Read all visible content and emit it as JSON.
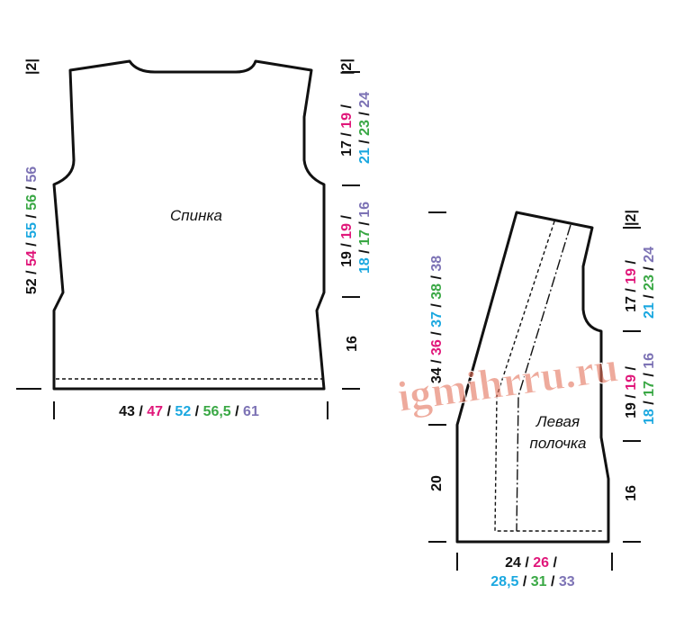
{
  "colors": {
    "size1": "#111111",
    "size2": "#e0177a",
    "size3": "#1ba8e0",
    "size4": "#3aa845",
    "size5": "#7d73b5",
    "outline": "#111111",
    "watermark": "#e2715a"
  },
  "watermark": "igmihrru.ru",
  "back": {
    "label": "Спинка",
    "width": {
      "v1": "43",
      "sep1": " / ",
      "v2": "47",
      "sep2": " / ",
      "v3": "52",
      "sep3": " / ",
      "v4": "56,5",
      "sep4": " / ",
      "v5": "61"
    },
    "height": {
      "v1": "52",
      "sep1": " / ",
      "v2": "54",
      "sep2": " / ",
      "v3": "55",
      "sep3": " / ",
      "v4": "56",
      "sep4": " / ",
      "v5": "56"
    },
    "top_mark": "2",
    "right_top_mark": "2",
    "armhole": {
      "line1": {
        "v1": "17",
        "sep1": " / ",
        "v2": "19",
        "sep2": " /"
      },
      "line2": {
        "v3": "21",
        "sep3": " / ",
        "v4": "23",
        "sep4": " / ",
        "v5": "24"
      }
    },
    "side": {
      "line1": {
        "v1": "19",
        "sep1": " / ",
        "v2": "19",
        "sep2": " /"
      },
      "line2": {
        "v3": "18",
        "sep3": " / ",
        "v4": "17",
        "sep4": " / ",
        "v5": "16"
      }
    },
    "hem": "16"
  },
  "front": {
    "label_line1": "Левая",
    "label_line2": "полочка",
    "width": {
      "line1": {
        "v1": "24",
        "sep1": " / ",
        "v2": "26",
        "sep2": " /"
      },
      "line2": {
        "v3": "28,5",
        "sep3": " / ",
        "v4": "31",
        "sep4": " / ",
        "v5": "33"
      }
    },
    "height": {
      "v1": "34",
      "sep1": " / ",
      "v2": "36",
      "sep2": " / ",
      "v3": "37",
      "sep3": " / ",
      "v4": "38",
      "sep4": " / ",
      "v5": "38"
    },
    "lower": "20",
    "top_mark": "2",
    "armhole": {
      "line1": {
        "v1": "17",
        "sep1": " / ",
        "v2": "19",
        "sep2": " /"
      },
      "line2": {
        "v3": "21",
        "sep3": " / ",
        "v4": "23",
        "sep4": " / ",
        "v5": "24"
      }
    },
    "side": {
      "line1": {
        "v1": "19",
        "sep1": " / ",
        "v2": "19",
        "sep2": " /"
      },
      "line2": {
        "v3": "18",
        "sep3": " / ",
        "v4": "17",
        "sep4": " / ",
        "v5": "16"
      }
    },
    "hem": "16"
  }
}
